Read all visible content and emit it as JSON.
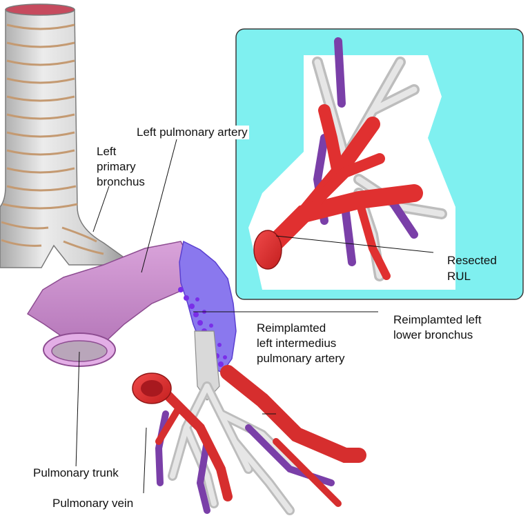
{
  "labels": {
    "left_pulmonary_artery": "Left pulmonary artery",
    "left_primary_bronchus_1": "Left",
    "left_primary_bronchus_2": "primary",
    "left_primary_bronchus_3": "bronchus",
    "resected_rul_1": "Resected",
    "resected_rul_2": "RUL",
    "reimplanted_lower_bronchus_1": "Reimplamted left",
    "reimplanted_lower_bronchus_2": "lower bronchus",
    "reimplanted_artery_1": "Reimplamted",
    "reimplanted_artery_2": "left intermedius",
    "reimplanted_artery_3": "pulmonary artery",
    "pulmonary_trunk": "Pulmonary trunk",
    "pulmonary_vein": "Pulmonary vein"
  },
  "colors": {
    "inset_background": "#7ff0f0",
    "artery_red": "#e03030",
    "vein_purple": "#7a3fa8",
    "trunk_lilac": "#c585c8",
    "bronchus_gray": "#d9d9d9",
    "cartilage_tan": "#c49a72",
    "graft_blue": "#8a6cf0"
  }
}
